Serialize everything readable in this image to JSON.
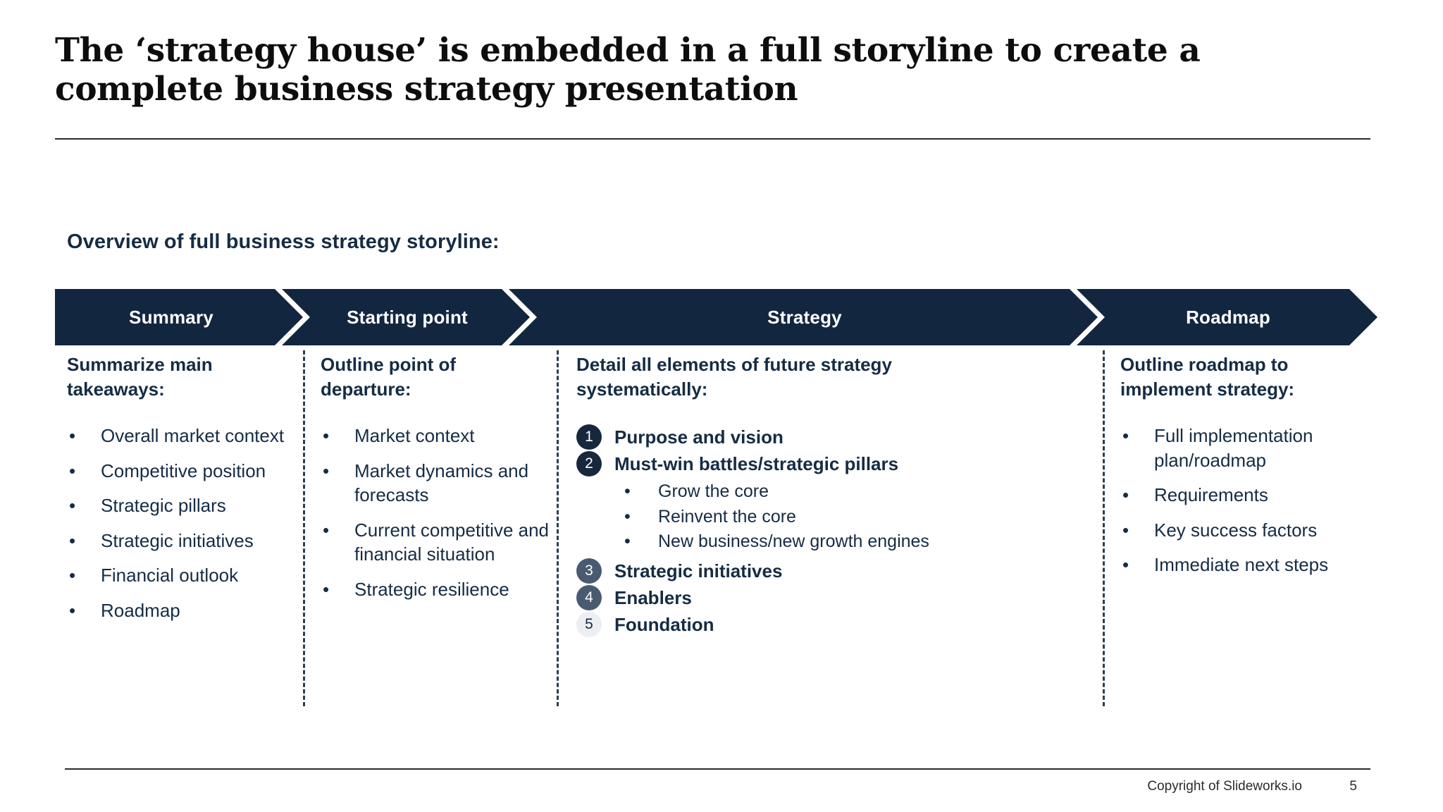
{
  "slide": {
    "title": "The ‘strategy house’ is embedded in a full storyline to create a\ncomplete business strategy presentation",
    "subtitle": "Overview of full business strategy storyline:",
    "accent_navy": "#12263f",
    "text_navy": "#152c45",
    "circle_dark": "#17283d",
    "circle_mid": "#4a5a70",
    "circle_light": "#eceef2"
  },
  "phases": [
    {
      "label": "Summary"
    },
    {
      "label": "Starting point"
    },
    {
      "label": "Strategy"
    },
    {
      "label": "Roadmap"
    }
  ],
  "columns": [
    {
      "heading": "Summarize main\ntakeaways:",
      "bullets": [
        "Overall market\ncontext",
        "Competitive\nposition",
        "Strategic pillars",
        "Strategic initiatives",
        "Financial outlook",
        "Roadmap"
      ]
    },
    {
      "heading": "Outline point of\ndeparture:",
      "bullets": [
        "Market context",
        "Market dynamics\nand forecasts",
        "Current competitive\nand financial\nsituation",
        "Strategic resilience"
      ]
    },
    {
      "heading": "Detail all elements of future strategy\nsystematically:",
      "numbered": [
        {
          "num": "1",
          "label": "Purpose and vision",
          "style": "dark",
          "sub": []
        },
        {
          "num": "2",
          "label": "Must-win battles/strategic pillars",
          "style": "dark",
          "sub": [
            "Grow the core",
            "Reinvent the core",
            "New business/new growth engines"
          ]
        },
        {
          "num": "3",
          "label": "Strategic initiatives",
          "style": "mid",
          "sub": []
        },
        {
          "num": "4",
          "label": "Enablers",
          "style": "mid",
          "sub": []
        },
        {
          "num": "5",
          "label": "Foundation",
          "style": "light",
          "sub": []
        }
      ]
    },
    {
      "heading": "Outline roadmap to\nimplement strategy:",
      "bullets": [
        "Full implementation\nplan/roadmap",
        "Requirements",
        "Key success factors",
        "Immediate next\nsteps"
      ]
    }
  ],
  "bullet_glyph": "•",
  "footer": {
    "copyright": "Copyright of Slideworks.io",
    "page": "5"
  }
}
